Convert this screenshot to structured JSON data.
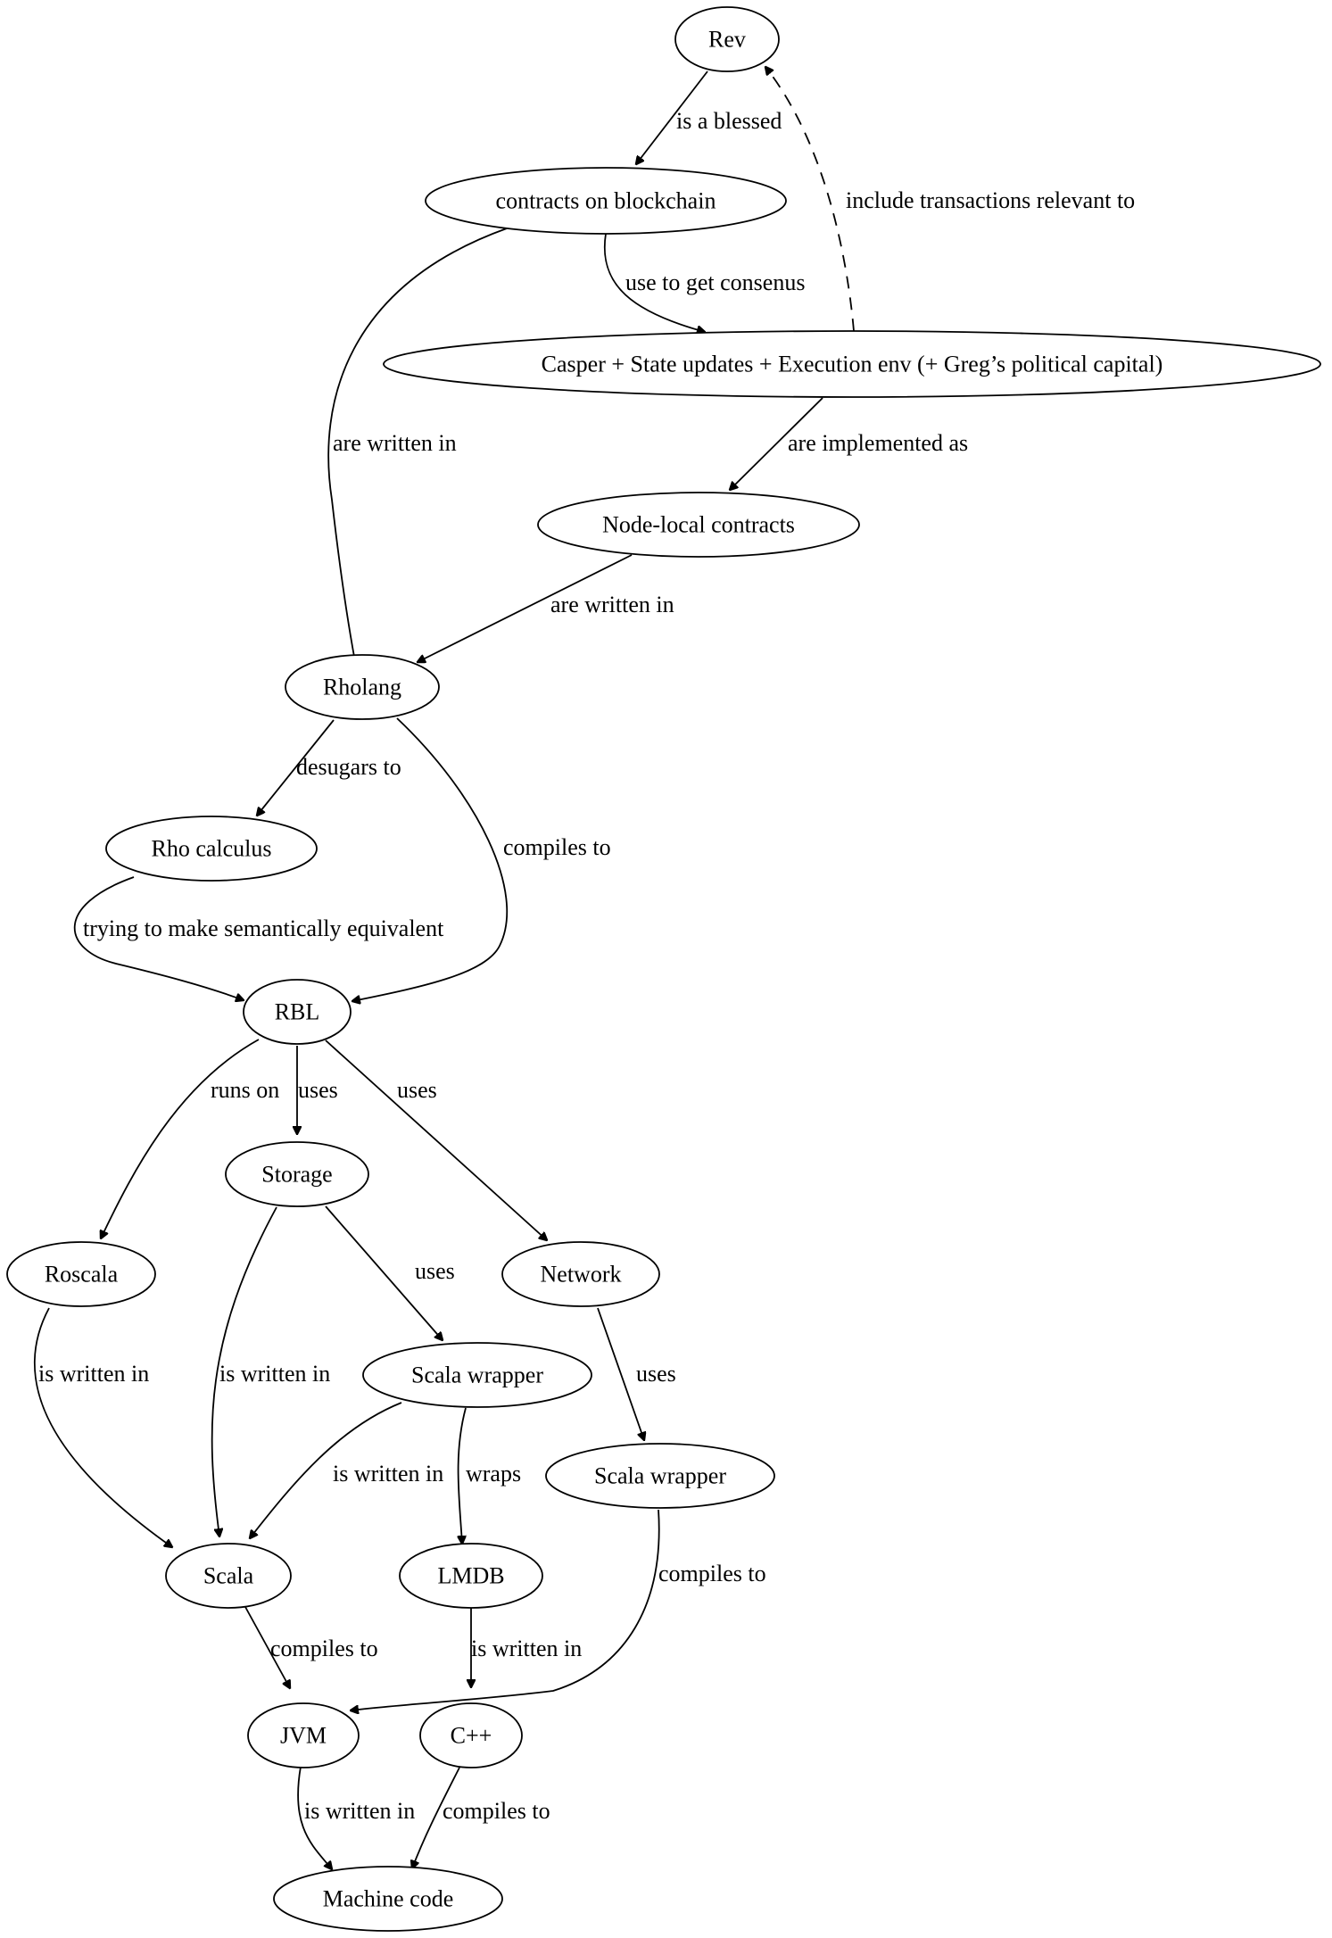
{
  "diagram": {
    "nodes": [
      {
        "id": "rev",
        "label": "Rev"
      },
      {
        "id": "contracts",
        "label": "contracts on blockchain"
      },
      {
        "id": "casper",
        "label": "Casper + State updates + Execution env (+ Greg’s political capital)"
      },
      {
        "id": "nodelocal",
        "label": "Node-local contracts"
      },
      {
        "id": "rholang",
        "label": "Rholang"
      },
      {
        "id": "rhocalc",
        "label": "Rho calculus"
      },
      {
        "id": "rbl",
        "label": "RBL"
      },
      {
        "id": "storage",
        "label": "Storage"
      },
      {
        "id": "roscala",
        "label": "Roscala"
      },
      {
        "id": "network",
        "label": "Network"
      },
      {
        "id": "scalawrap1",
        "label": "Scala wrapper"
      },
      {
        "id": "scalawrap2",
        "label": "Scala wrapper"
      },
      {
        "id": "scala",
        "label": "Scala"
      },
      {
        "id": "lmdb",
        "label": "LMDB"
      },
      {
        "id": "jvm",
        "label": "JVM"
      },
      {
        "id": "cpp",
        "label": "C++"
      },
      {
        "id": "machine",
        "label": "Machine code"
      }
    ],
    "edges": [
      {
        "id": "e1",
        "from": "rev",
        "to": "contracts",
        "label": "is a blessed",
        "style": "solid"
      },
      {
        "id": "e2",
        "from": "casper",
        "to": "rev",
        "label": "include transactions relevant to",
        "style": "dashed"
      },
      {
        "id": "e3",
        "from": "contracts",
        "to": "casper",
        "label": "use to get consenus",
        "style": "solid"
      },
      {
        "id": "e4",
        "from": "contracts",
        "to": "rholang",
        "label": "are written in",
        "style": "solid"
      },
      {
        "id": "e5",
        "from": "casper",
        "to": "nodelocal",
        "label": "are implemented as",
        "style": "solid"
      },
      {
        "id": "e6",
        "from": "nodelocal",
        "to": "rholang",
        "label": "are written in",
        "style": "solid"
      },
      {
        "id": "e7",
        "from": "rholang",
        "to": "rhocalc",
        "label": "desugars to",
        "style": "solid"
      },
      {
        "id": "e8",
        "from": "rholang",
        "to": "rbl",
        "label": "compiles to",
        "style": "solid"
      },
      {
        "id": "e9",
        "from": "rhocalc",
        "to": "rbl",
        "label": "trying to make semantically equivalent",
        "style": "solid"
      },
      {
        "id": "e10",
        "from": "rbl",
        "to": "roscala",
        "label": "runs on",
        "style": "solid"
      },
      {
        "id": "e11",
        "from": "rbl",
        "to": "storage",
        "label": "uses",
        "style": "solid"
      },
      {
        "id": "e12",
        "from": "rbl",
        "to": "network",
        "label": "uses",
        "style": "solid"
      },
      {
        "id": "e13",
        "from": "storage",
        "to": "scalawrap1",
        "label": "uses",
        "style": "solid"
      },
      {
        "id": "e14",
        "from": "storage",
        "to": "scala",
        "label": "is written in",
        "style": "solid"
      },
      {
        "id": "e15",
        "from": "roscala",
        "to": "scala",
        "label": "is written in",
        "style": "solid"
      },
      {
        "id": "e16",
        "from": "network",
        "to": "scalawrap2",
        "label": "uses",
        "style": "solid"
      },
      {
        "id": "e17",
        "from": "scalawrap1",
        "to": "scala",
        "label": "is written in",
        "style": "solid"
      },
      {
        "id": "e18",
        "from": "scalawrap1",
        "to": "lmdb",
        "label": "wraps",
        "style": "solid"
      },
      {
        "id": "e19",
        "from": "scalawrap2",
        "to": "jvm",
        "label": "compiles to",
        "style": "solid"
      },
      {
        "id": "e20",
        "from": "scala",
        "to": "jvm",
        "label": "compiles to",
        "style": "solid"
      },
      {
        "id": "e21",
        "from": "lmdb",
        "to": "cpp",
        "label": "is written in",
        "style": "solid"
      },
      {
        "id": "e22",
        "from": "jvm",
        "to": "machine",
        "label": "is written in",
        "style": "solid"
      },
      {
        "id": "e23",
        "from": "cpp",
        "to": "machine",
        "label": "compiles to",
        "style": "solid"
      }
    ]
  }
}
